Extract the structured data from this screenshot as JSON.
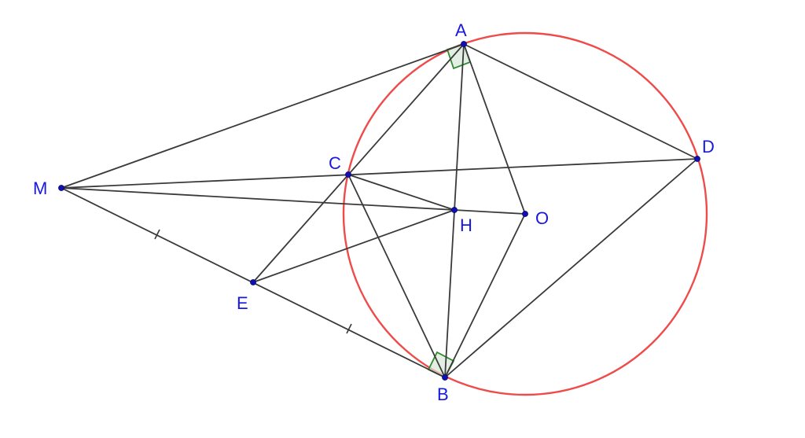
{
  "points": [
    {
      "id": "A",
      "label": "A"
    },
    {
      "id": "B",
      "label": "B"
    },
    {
      "id": "C",
      "label": "C"
    },
    {
      "id": "D",
      "label": "D"
    },
    {
      "id": "E",
      "label": "E"
    },
    {
      "id": "H",
      "label": "H"
    },
    {
      "id": "M",
      "label": "M"
    },
    {
      "id": "O",
      "label": "O"
    }
  ],
  "colors": {
    "circle": "#ef4b4b",
    "segments": "#3a3a3a",
    "points": "#1010b0",
    "labels": "#1818e0",
    "right_angle": "#2e8b2e"
  }
}
